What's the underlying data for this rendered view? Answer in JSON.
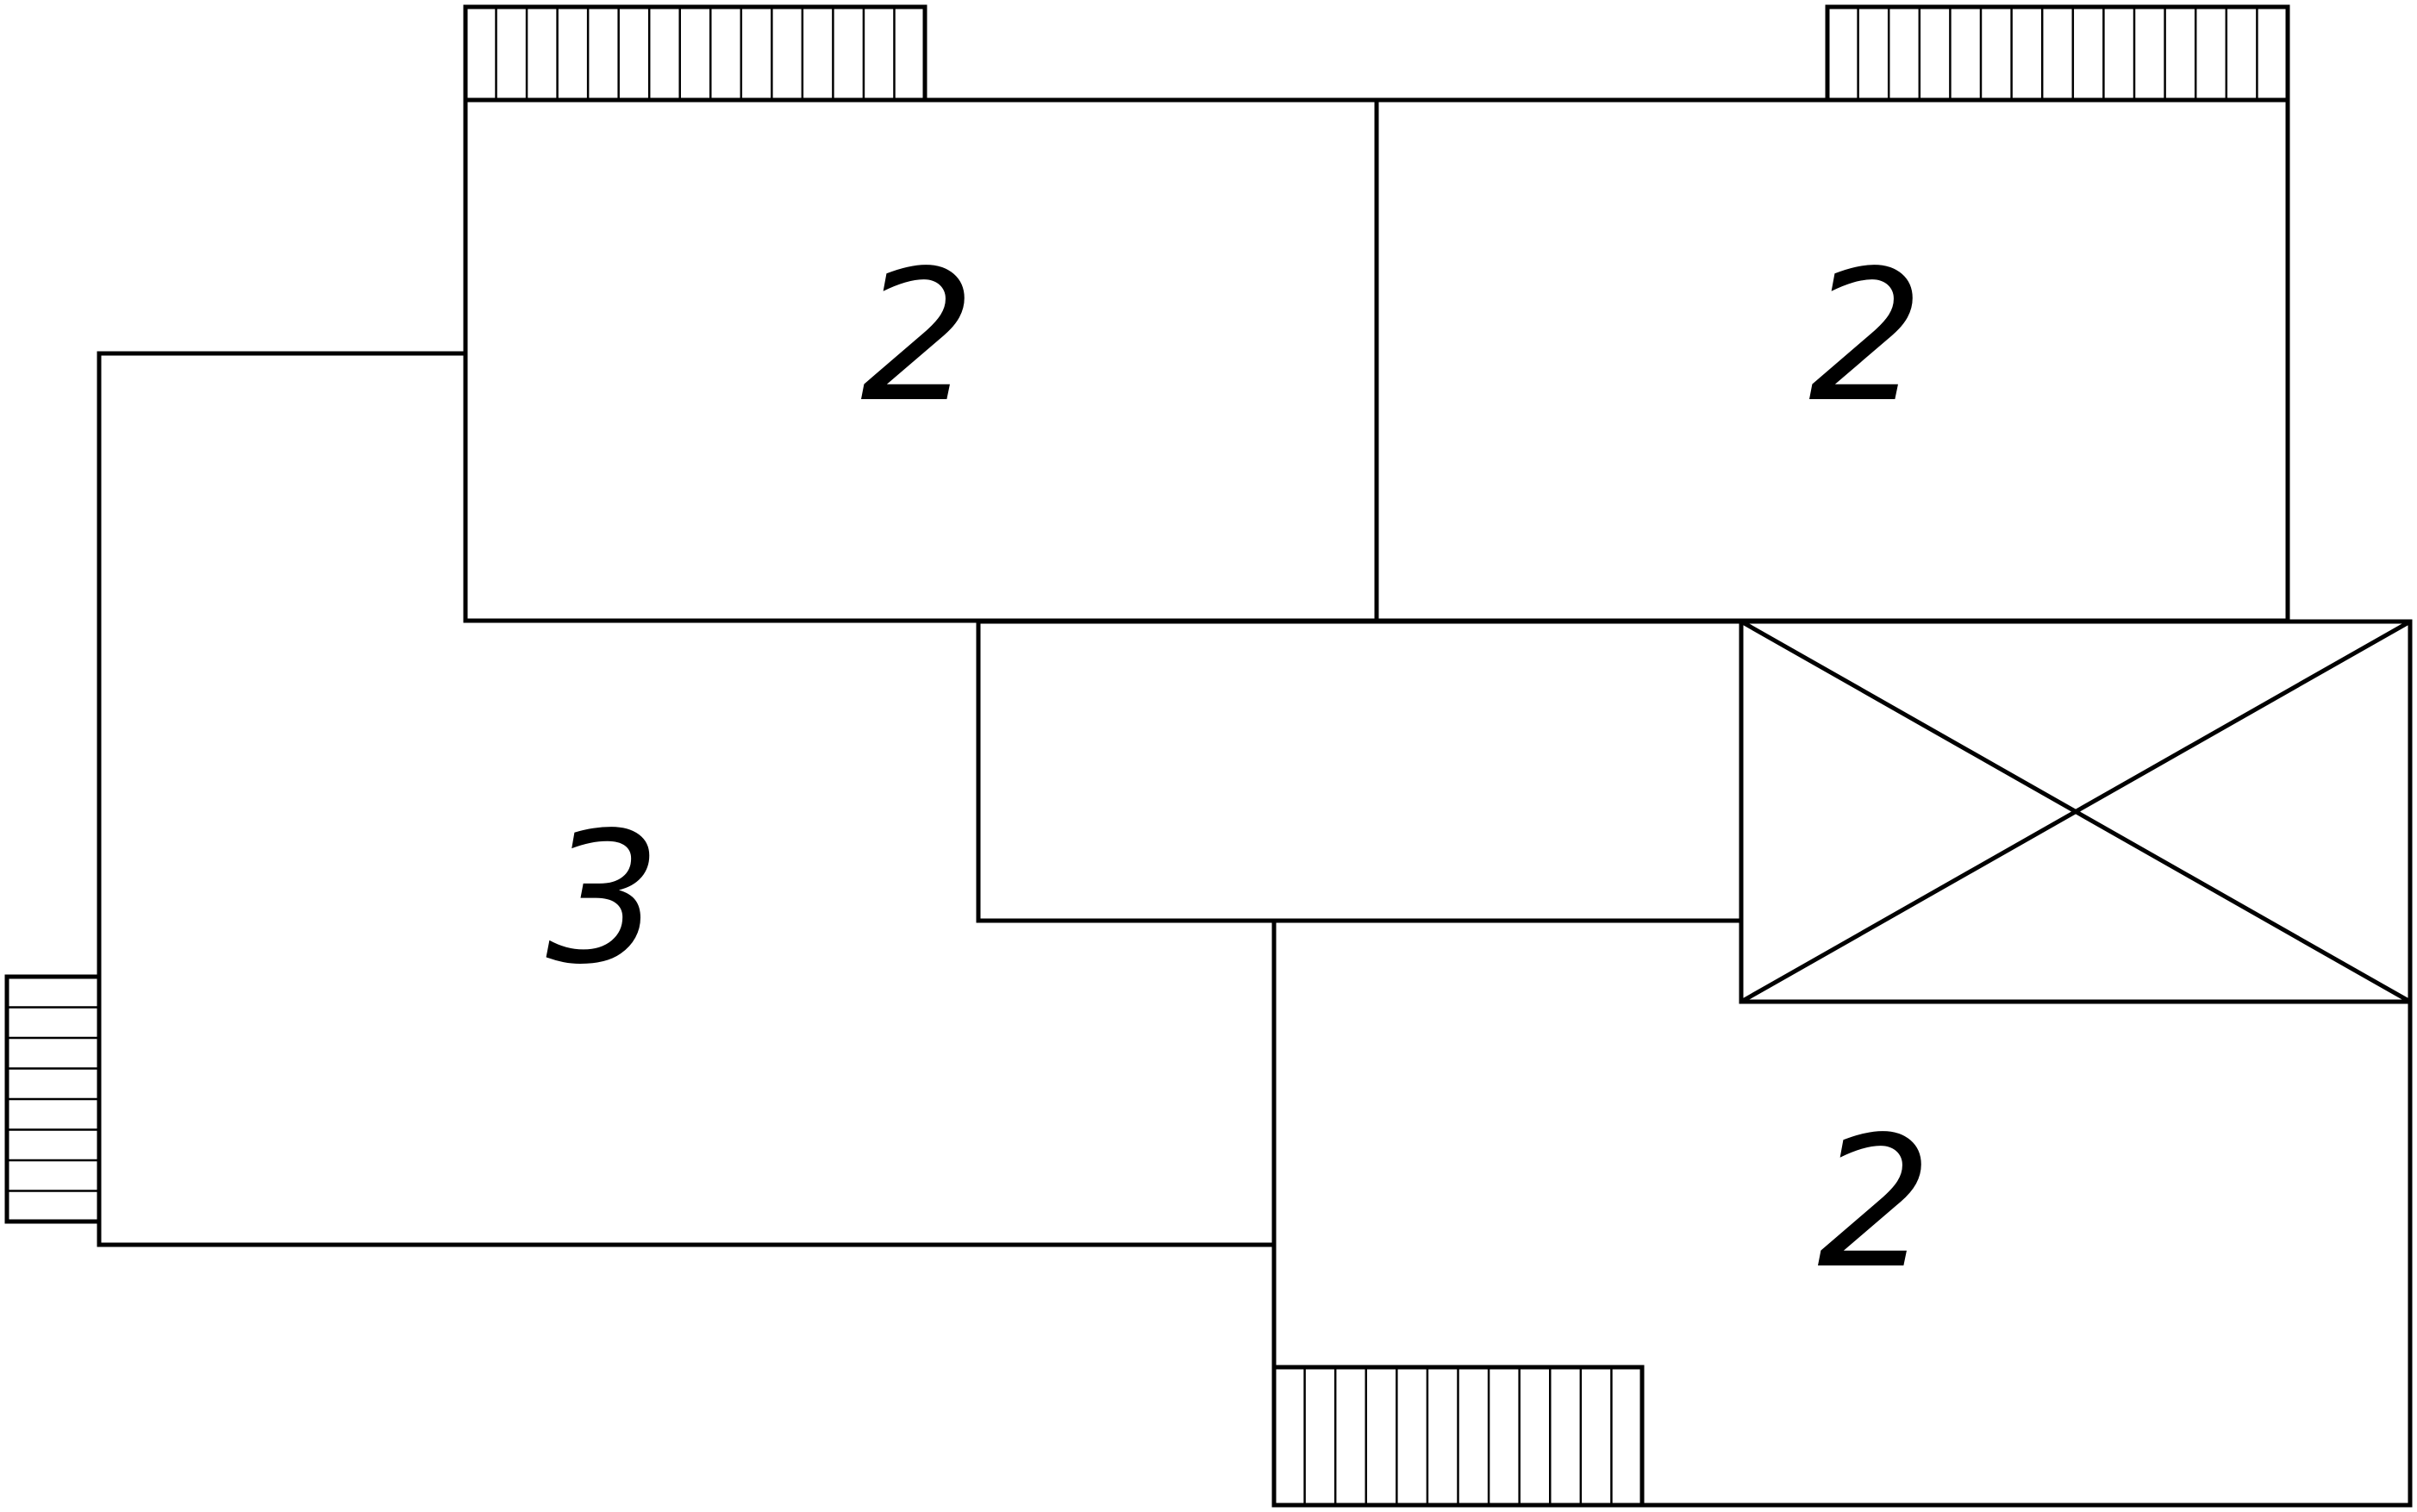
{
  "diagram": {
    "line_color": "#000000",
    "background": "#ffffff",
    "rooms": [
      {
        "name": "room-top-left",
        "label": "2"
      },
      {
        "name": "room-top-right",
        "label": "2"
      },
      {
        "name": "room-left-large",
        "label": "3"
      },
      {
        "name": "room-bottom-right",
        "label": "2"
      },
      {
        "name": "corridor",
        "label": ""
      },
      {
        "name": "void-shaft",
        "label": ""
      }
    ],
    "stairs": [
      {
        "name": "stair-top-left",
        "orientation": "vertical-treads",
        "treads": 15
      },
      {
        "name": "stair-top-right",
        "orientation": "vertical-treads",
        "treads": 15
      },
      {
        "name": "stair-left",
        "orientation": "horizontal-treads",
        "treads": 8
      },
      {
        "name": "stair-bottom",
        "orientation": "vertical-treads",
        "treads": 12
      }
    ]
  }
}
